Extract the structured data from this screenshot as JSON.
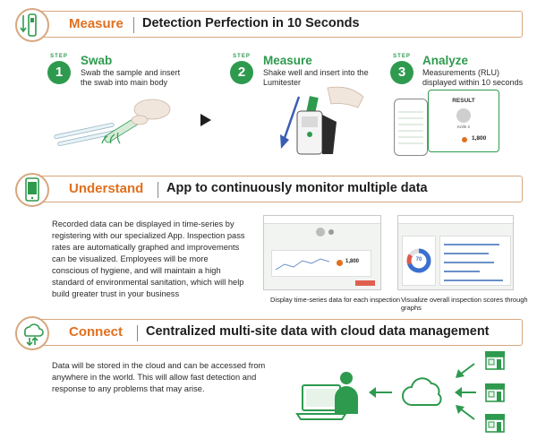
{
  "measure_section": {
    "title": "Measure",
    "subtitle": "Detection Perfection in 10 Seconds",
    "icon": "lumitester-icon"
  },
  "steps": [
    {
      "word": "STEP",
      "number": "1",
      "title": "Swab",
      "text": "Swab the sample and insert the swab into main body"
    },
    {
      "word": "STEP",
      "number": "2",
      "title": "Measure",
      "text": "Shake well and insert into the Lumitester"
    },
    {
      "word": "STEP",
      "number": "3",
      "title": "Analyze",
      "text": "Measurements (RLU) displayed within 10 seconds"
    }
  ],
  "result_card": {
    "title": "RESULT",
    "value": "1,800",
    "sub": "Knife 2"
  },
  "understand_section": {
    "title": "Understand",
    "subtitle": "App to continuously monitor multiple data",
    "icon": "smartphone-icon",
    "body": "Recorded data can be displayed in time-series by registering with our specialized App. Inspection pass rates are automatically graphed and improvements can be visualized. Employees will be more conscious of hygiene, and will maintain a high standard of environmental sanitation, which will help build greater trust in your business",
    "screens": [
      {
        "caption": "Display time-series data for each inspection",
        "value": "1,800",
        "percent": ""
      },
      {
        "caption": "Visualize overall inspection scores through graphs",
        "value": "",
        "percent": "70"
      }
    ]
  },
  "connect_section": {
    "title": "Connect",
    "subtitle": "Centralized multi-site data with cloud data management",
    "icon": "cloud-transfer-icon",
    "body": "Data will be stored in the cloud and can be accessed from anywhere in the world. This will allow fast detection and response to any problems that may arise."
  },
  "colors": {
    "orange": "#e0701e",
    "green": "#2e9a4e",
    "border": "#d7a77e"
  }
}
